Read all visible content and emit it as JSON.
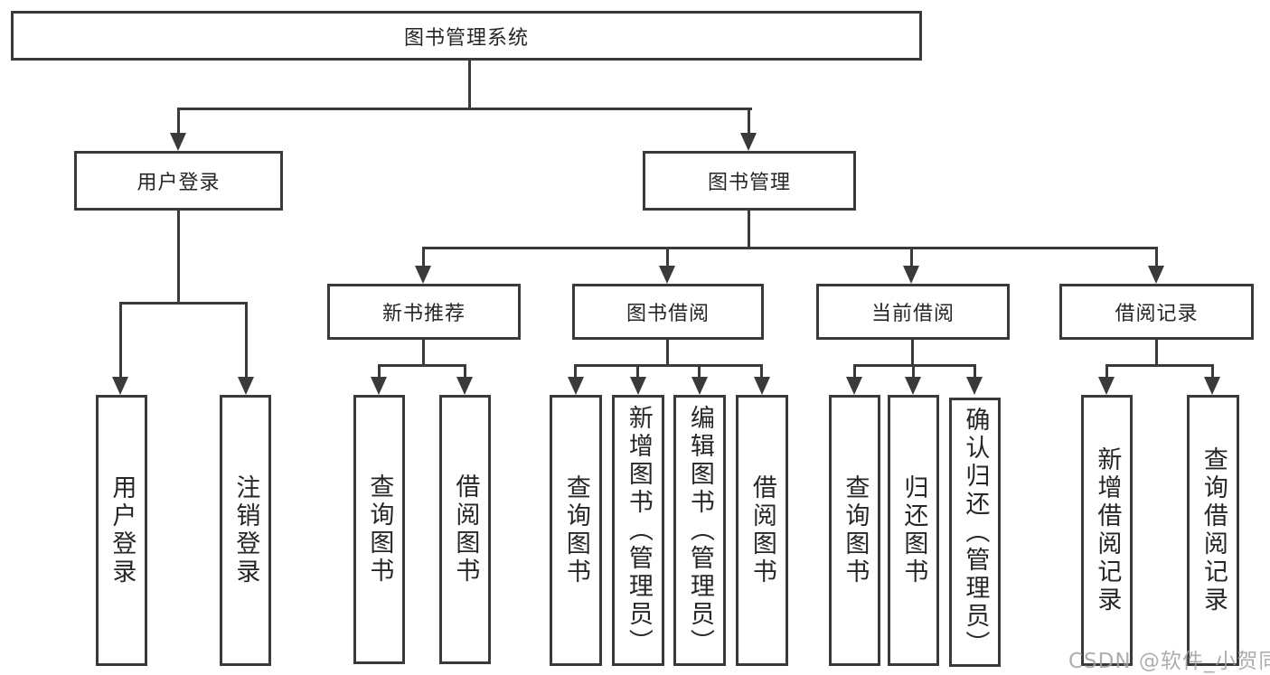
{
  "tree": {
    "label": "图书管理系统",
    "children": [
      {
        "label": "用户登录",
        "children": [
          {
            "label": "用户登录"
          },
          {
            "label": "注销登录"
          }
        ]
      },
      {
        "label": "图书管理",
        "children": [
          {
            "label": "新书推荐",
            "children": [
              {
                "label": "查询图书"
              },
              {
                "label": "借阅图书"
              }
            ]
          },
          {
            "label": "图书借阅",
            "children": [
              {
                "label": "查询图书"
              },
              {
                "label": "新增图书（管理员）"
              },
              {
                "label": "编辑图书（管理员）"
              },
              {
                "label": "借阅图书"
              }
            ]
          },
          {
            "label": "当前借阅",
            "children": [
              {
                "label": "查询图书"
              },
              {
                "label": "归还图书"
              },
              {
                "label": "确认归还（管理员）"
              }
            ]
          },
          {
            "label": "借阅记录",
            "children": [
              {
                "label": "新增借阅记录"
              },
              {
                "label": "查询借阅记录"
              }
            ]
          }
        ]
      }
    ]
  },
  "watermark": {
    "text": "CSDN @软件_小贺同学"
  },
  "colors": {
    "line": "#3a3a3a",
    "text": "#262626",
    "background": "#ffffff",
    "watermark": "#a0a0a0"
  }
}
